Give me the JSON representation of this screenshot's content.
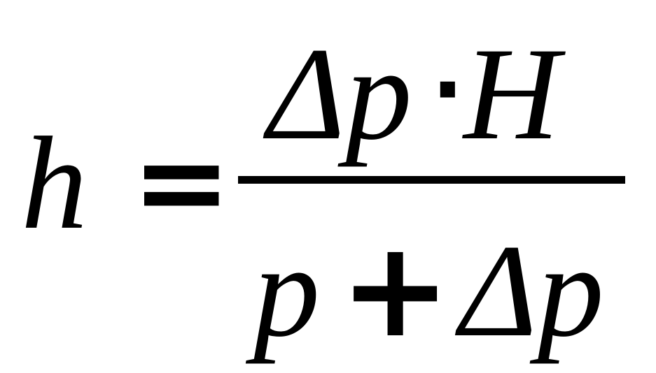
{
  "formula": {
    "lhs": "h",
    "equals": "=",
    "numerator": {
      "delta_1": "Δ",
      "p_1": "p",
      "dot": "·",
      "H": "H"
    },
    "denominator": {
      "p": "p",
      "plus": "+",
      "delta_2": "Δ",
      "p_2": "p"
    }
  }
}
